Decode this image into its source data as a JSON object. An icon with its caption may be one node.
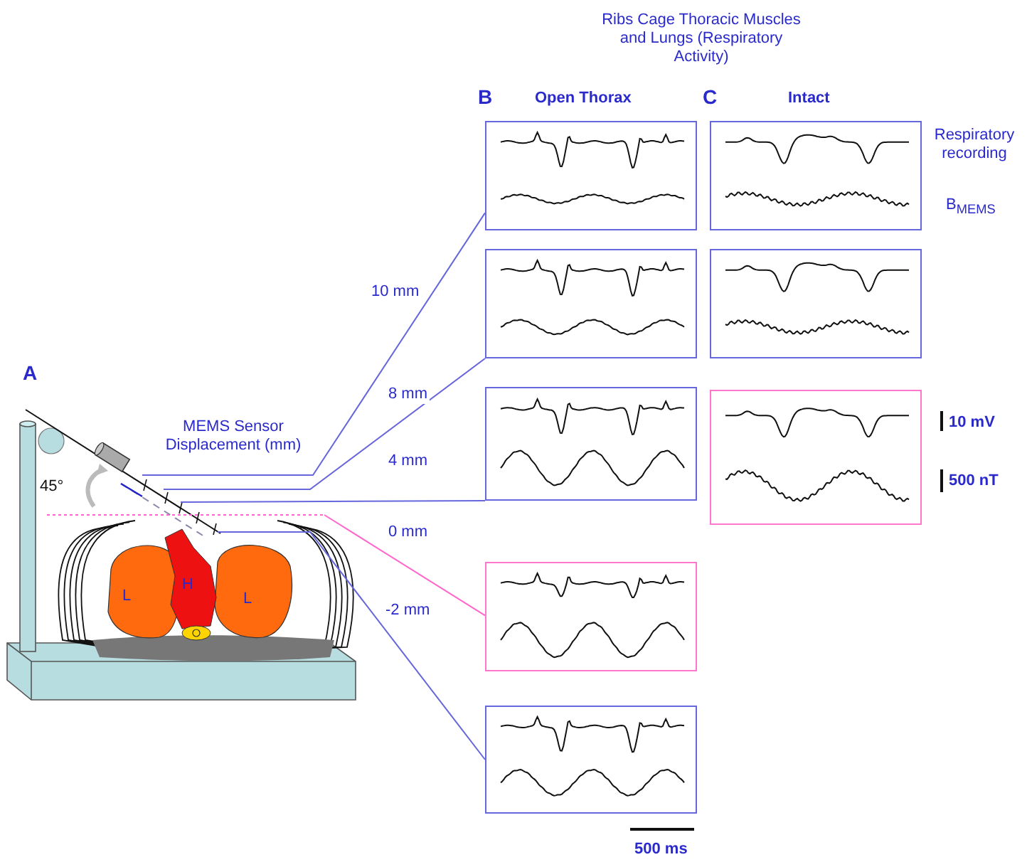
{
  "diagram": {
    "title": "Ribs Cage Thoracic Muscles and Lungs (Respiratory Activity)",
    "nodes": [
      {
        "text": [],
        "shape": "box",
        "beside": [
          "Open Thorax"
        ]
      },
      {
        "text": [],
        "shape": "box"
      },
      {
        "text": [],
        "shape": "box"
      },
      {
        "text": [],
        "shape": "box"
      },
      {
        "text": [],
        "shape": "box",
        "beside": [
          "500 ms"
        ]
      },
      {
        "text": [],
        "shape": "box",
        "beside": [
          "Intact"
        ]
      },
      {
        "text": [],
        "shape": "box"
      },
      {
        "text": [],
        "shape": "box",
        "beside": [
          "10 mV",
          "500 nT"
        ]
      }
    ],
    "edges": [
      {
        "from": null,
        "to": 0,
        "arrow": "none",
        "label": "10 mm"
      },
      {
        "from": null,
        "to": 1,
        "arrow": "none",
        "label": "8 mm"
      },
      {
        "from": null,
        "to": 2,
        "arrow": "none",
        "label": "4 mm"
      },
      {
        "from": null,
        "to": 3,
        "arrow": "none",
        "label": "0 mm",
        "color": "#ff66cc"
      },
      {
        "from": null,
        "to": 4,
        "arrow": "none",
        "label": "-2 mm"
      }
    ],
    "labels": [
      "B",
      "C",
      "Respiratory recording",
      "B$_{MEMS}$",
      "A",
      "MEMS Sensor Displacement (mm)",
      "45°",
      "L",
      "H",
      "L"
    ]
  }
}
